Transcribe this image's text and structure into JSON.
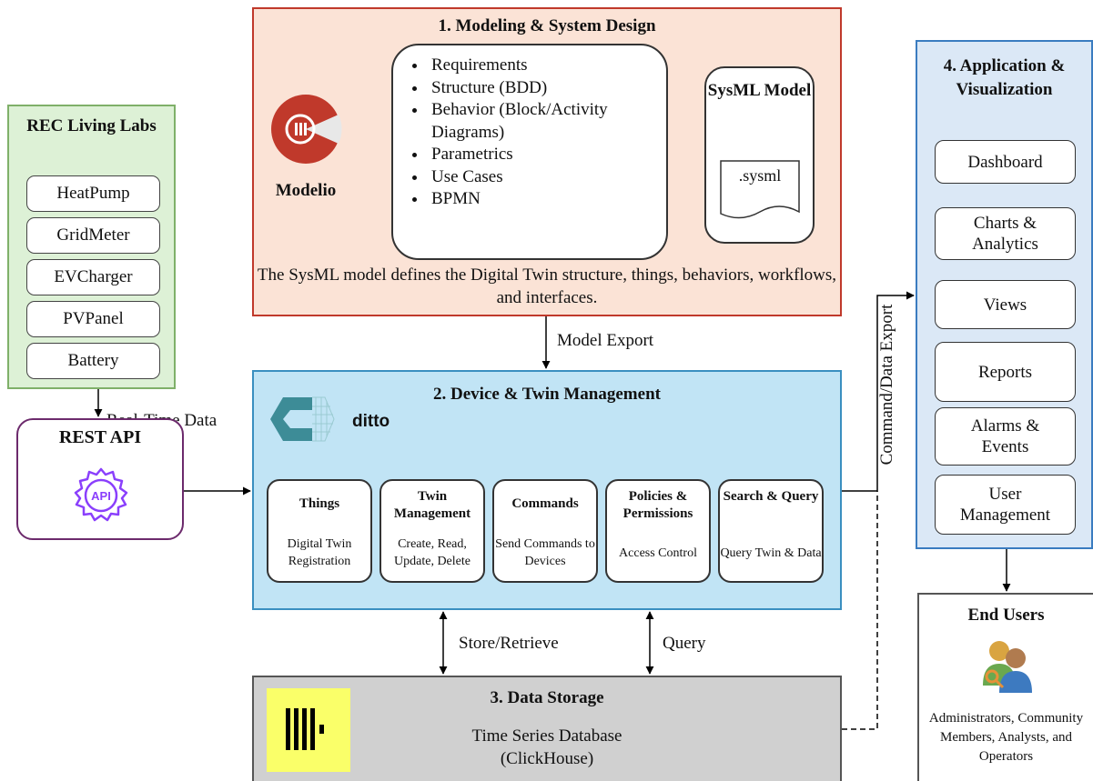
{
  "section1": {
    "title": "1. Modeling & System Design",
    "tool_label": "Modelio",
    "items": [
      "Requirements",
      "Structure (BDD)",
      "Behavior (Block/Activity Diagrams)",
      "Parametrics",
      "Use Cases",
      "BPMN"
    ],
    "sysml_title": "SysML Model",
    "sysml_ext": ".sysml",
    "description": "The SysML model defines the Digital Twin structure, things, behaviors, workflows, and interfaces."
  },
  "rec": {
    "title": "REC Living Labs",
    "items": [
      "HeatPump",
      "GridMeter",
      "EVCharger",
      "PVPanel",
      "Battery"
    ]
  },
  "rest_api": {
    "title": "REST API",
    "icon_text": "API"
  },
  "section2": {
    "title": "2. Device & Twin Management",
    "logo_text": "ditto",
    "cards": [
      {
        "title": "Things",
        "desc": "Digital Twin Registration"
      },
      {
        "title": "Twin Management",
        "desc": "Create, Read, Update, Delete"
      },
      {
        "title": "Commands",
        "desc": "Send Commands to Devices"
      },
      {
        "title": "Policies & Permissions",
        "desc": "Access Control"
      },
      {
        "title": "Search & Query",
        "desc": "Query Twin & Data"
      }
    ]
  },
  "section3": {
    "title": "3. Data Storage",
    "description": "Time Series Database (ClickHouse)"
  },
  "section4": {
    "title": "4. Application & Visualization",
    "items": [
      "Dashboard",
      "Charts & Analytics",
      "Views",
      "Reports",
      "Alarms & Events",
      "User Management"
    ]
  },
  "end_users": {
    "title": "End Users",
    "description": "Administrators, Community Members, Analysts, and Operators"
  },
  "edges": {
    "model_export": "Model Export",
    "real_time_data": "Real-Time Data",
    "store_retrieve": "Store/Retrieve",
    "query": "Query",
    "command_data_export": "Command/Data Export"
  },
  "colors": {
    "section1_fill": "#fbe3d6",
    "section2_fill": "#c1e4f5",
    "section3_fill": "#d0d0d0",
    "section4_fill": "#dbe8f6",
    "rec_fill": "#ddf1d6",
    "api_purple": "#8a3ffc",
    "clickhouse_yellow": "#faff69"
  }
}
